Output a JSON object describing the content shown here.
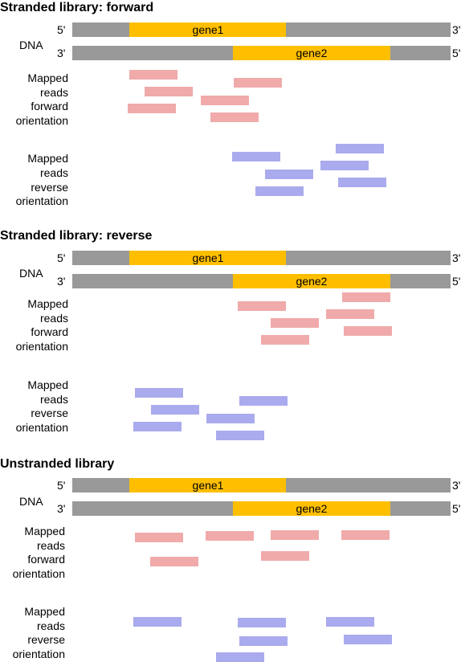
{
  "colors": {
    "dna": "#999999",
    "gene": "#ffbf00",
    "forward_read": "#f0aaaa",
    "reverse_read": "#aaaaee"
  },
  "panels": [
    {
      "title": "Stranded library: forward",
      "strand_top_left": "5'",
      "strand_top_right": "3'",
      "strand_bottom_left": "3'",
      "strand_bottom_right": "5'",
      "dna_label": "DNA",
      "gene1_label": "gene1",
      "gene2_label": "gene2",
      "forward_label": [
        "Mapped",
        "reads",
        "forward",
        "orientation"
      ],
      "reverse_label": [
        "Mapped",
        "reads",
        "reverse",
        "orientation"
      ]
    },
    {
      "title": "Stranded library: reverse",
      "strand_top_left": "5'",
      "strand_top_right": "3'",
      "strand_bottom_left": "3'",
      "strand_bottom_right": "5'",
      "dna_label": "DNA",
      "gene1_label": "gene1",
      "gene2_label": "gene2",
      "forward_label": [
        "Mapped",
        "reads",
        "forward",
        "orientation"
      ],
      "reverse_label": [
        "Mapped",
        "reads",
        "reverse",
        "orientation"
      ]
    },
    {
      "title": "Unstranded library",
      "strand_top_left": "5'",
      "strand_top_right": "3'",
      "strand_bottom_left": "3'",
      "strand_bottom_right": "5'",
      "dna_label": "DNA",
      "gene1_label": "gene1",
      "gene2_label": "gene2",
      "forward_label": [
        "Mapped",
        "reads",
        "forward",
        "orientation"
      ],
      "reverse_label": [
        "Mapped",
        "reads",
        "reverse",
        "orientation"
      ]
    }
  ]
}
